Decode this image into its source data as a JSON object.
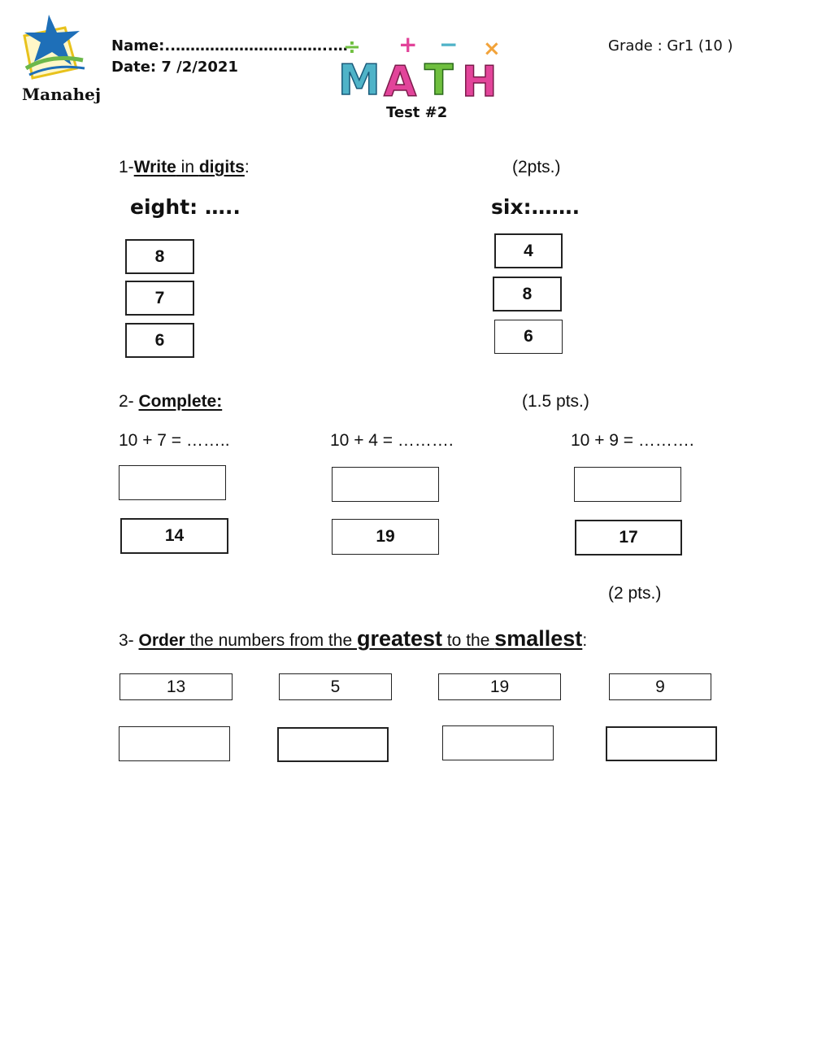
{
  "header": {
    "logo_text": "Manahej",
    "name_label": "Name:..…………………………..…",
    "date_label": "Date: 7 /2/2021",
    "grade_label": "Grade : Gr1 (10 )",
    "math_letters": [
      "M",
      "A",
      "T",
      "H"
    ],
    "math_symbols": [
      "÷",
      "+",
      "−",
      "×"
    ],
    "test_label": "Test #2"
  },
  "q1": {
    "number": "1-",
    "title_word1": "Write",
    "title_mid": " in ",
    "title_word2": "digits",
    "title_end": ":",
    "points": "(2pts.)",
    "left_prompt": "eight: …..",
    "right_prompt": "six:…….",
    "left_options": [
      "8",
      "7",
      "6"
    ],
    "right_options": [
      "4",
      "8",
      "6"
    ]
  },
  "q2": {
    "number": "2- ",
    "title": "Complete:",
    "points": "(1.5 pts.)",
    "equations": [
      "10 + 7 = ……..",
      "10 + 4 = ……….",
      "10 + 9 = ………."
    ],
    "options": [
      "14",
      "19",
      "17"
    ]
  },
  "q3": {
    "points": "(2 pts.)",
    "number": "3- ",
    "title_word1": "Order",
    "title_mid1": " the numbers from the ",
    "title_word2": "greatest",
    "title_mid2": " to the ",
    "title_word3": "smallest",
    "title_end": ":",
    "numbers": [
      "13",
      "5",
      "19",
      "9"
    ]
  },
  "colors": {
    "logo_blue": "#1e6fb8",
    "logo_yellow": "#e8c21c",
    "logo_green": "#6cb84a",
    "math_teal": "#4fb3c8",
    "math_pink": "#e2449a",
    "math_green": "#6fbf3f",
    "math_orange": "#f2a33a"
  }
}
